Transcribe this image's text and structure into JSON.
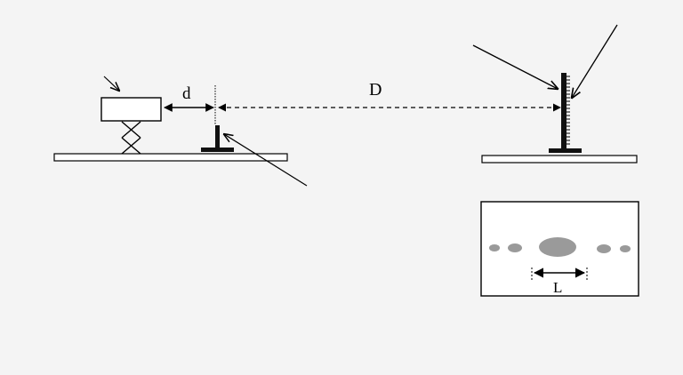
{
  "labels": {
    "slit_distance": "d",
    "screen_distance": "D",
    "fringe_spacing": "L"
  },
  "colors": {
    "background": "#f4f4f4",
    "ink": "#000000",
    "fringe": "#9a9a9a"
  }
}
